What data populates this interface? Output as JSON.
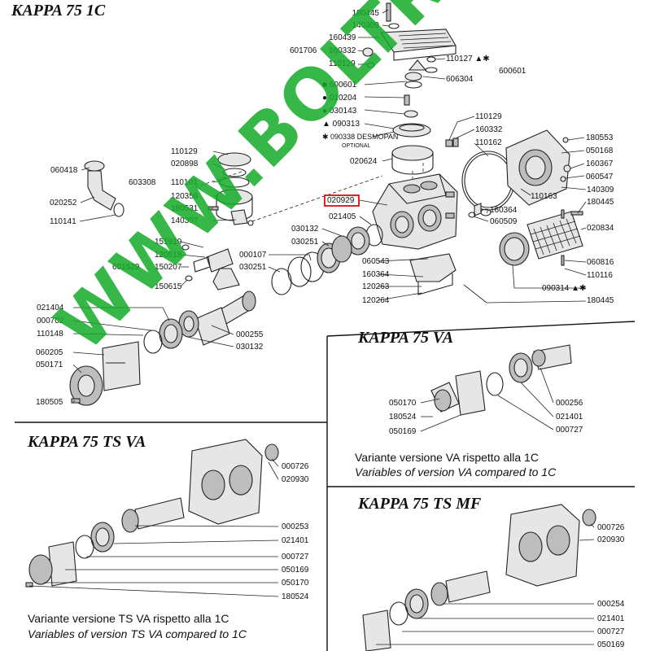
{
  "titles": {
    "main": "KAPPA 75 1C",
    "va": "KAPPA 75 VA",
    "ts_va": "KAPPA 75 TS VA",
    "ts_mf": "KAPPA 75 TS MF"
  },
  "notes": {
    "va_it": "Variante versione VA rispetto alla 1C",
    "va_en": "Variables of version VA compared to 1C",
    "tsva_it": "Variante versione TS VA rispetto alla 1C",
    "tsva_en": "Variables of version TS VA compared to 1C"
  },
  "watermark": "WWW.BOLTRONIK.PL",
  "highlight_color": "#d8262c",
  "watermark_color": "#14aa28",
  "labels": {
    "l180445a": "180445",
    "l140309a": "140309",
    "l160439": "160439",
    "l601706": "601706",
    "l160332a": "160332",
    "l110129a": "110129",
    "l110127": "110127 ▲✱",
    "l600601r": "600601",
    "l606304": "606304",
    "l600601l": "■ 600601",
    "l010204": "● 010204",
    "l030143": "● 030143",
    "l090313": "▲ 090313",
    "l090338": "✱ 090338 DESMOPAN",
    "l_optional": "OPTIONAL",
    "l020624": "020624",
    "l110129b": "110129",
    "l160332b": "160332",
    "l110162": "110162",
    "l180553": "180553",
    "l050168": "050168",
    "l160367": "160367",
    "l060547": "060547",
    "l110163": "110163",
    "l140309b": "140309",
    "l180445b": "180445",
    "l020834": "020834",
    "l160364a": "160364",
    "l060509": "060509",
    "l020929": "020929",
    "l021405": "021405",
    "l060816": "060816",
    "l110116": "110116",
    "l090314": "090314 ▲✱",
    "l180445c": "180445",
    "l060418": "060418",
    "l020252": "020252",
    "l110141": "110141",
    "l110129c": "110129",
    "l020898": "020898",
    "l603308": "603308",
    "l110101": "110101",
    "l120356": "120356",
    "l180531": "180531",
    "l140307": "140307",
    "l030132a": "030132",
    "l030251a": "030251",
    "l000107": "000107",
    "l030251b": "030251",
    "l151919": "151919",
    "l120518": "120518",
    "l601529": "601529",
    "l150207": "150207",
    "l150615": "150615",
    "l060543": "060543",
    "l160364b": "160364",
    "l120263": "120263",
    "l120264": "120264",
    "l021404": "021404",
    "l000702": "000702",
    "l110148": "110148",
    "l060205": "060205",
    "l050171": "050171",
    "l180505": "180505",
    "l000255": "000255",
    "l030132b": "030132",
    "l050170a": "050170",
    "l180524a": "180524",
    "l050169a": "050169",
    "l000256": "000256",
    "l021401a": "021401",
    "l000727a": "000727",
    "l000726a": "000726",
    "l020930a": "020930",
    "l000253": "000253",
    "l021401b": "021401",
    "l000727b": "000727",
    "l050169b": "050169",
    "l050170b": "050170",
    "l180524b": "180524",
    "l000726b": "000726",
    "l020930b": "020930",
    "l000254": "000254",
    "l021401c": "021401",
    "l000727c": "000727",
    "l050169c": "050169"
  }
}
